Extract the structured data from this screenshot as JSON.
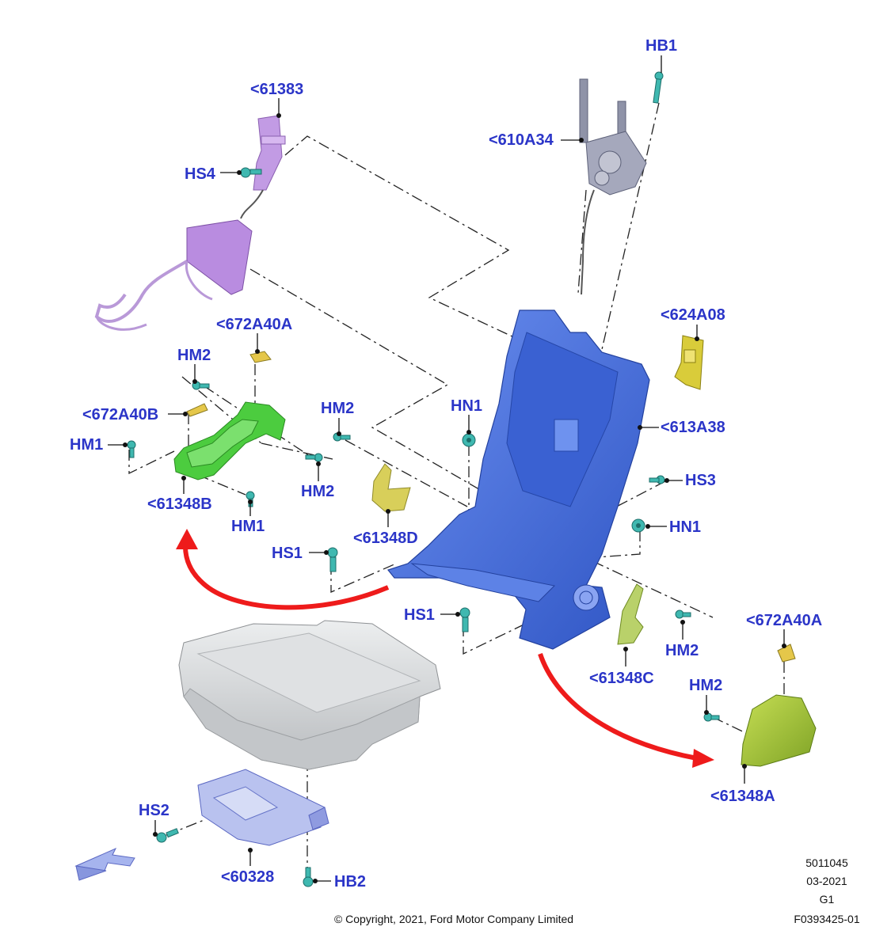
{
  "labels": {
    "hb1": "HB1",
    "p61383": "<61383",
    "p610a34": "<610A34",
    "hs4": "HS4",
    "p672a40a_top": "<672A40A",
    "p624a08": "<624A08",
    "hm2_a": "HM2",
    "p672a40b": "<672A40B",
    "hm2_b": "HM2",
    "hn1_a": "HN1",
    "p613a38": "<613A38",
    "hm1_a": "HM1",
    "hm2_c": "HM2",
    "p61348b": "<61348B",
    "hm1_b": "HM1",
    "hs3": "HS3",
    "p61348d": "<61348D",
    "hn1_b": "HN1",
    "hs1_a": "HS1",
    "hs1_b": "HS1",
    "p672a40a_right": "<672A40A",
    "hm2_d": "HM2",
    "p61348c": "<61348C",
    "hm2_e": "HM2",
    "p61348a": "<61348A",
    "hs2": "HS2",
    "p60328": "<60328",
    "hb2": "HB2"
  },
  "meta": {
    "number": "5011045",
    "date": "03-2021",
    "variant": "G1",
    "figure_id": "F0393425-01",
    "copyright": "© Copyright, 2021, Ford Motor Company Limited"
  },
  "colors": {
    "callout": "#2b35c8",
    "seat_back": "#4169d8",
    "cushion": "#d6d8da",
    "harness": "#b58ad6",
    "trim_green": "#44c23a",
    "trim_yellow": "#c9c24a",
    "trim_olive": "#a8c838",
    "latch": "#8f93a8",
    "bolt": "#3fb8b0",
    "arrow_red": "#ee1b1b",
    "bracket": "#9aa8e8",
    "direction_arrow": "#a6b4ee"
  }
}
